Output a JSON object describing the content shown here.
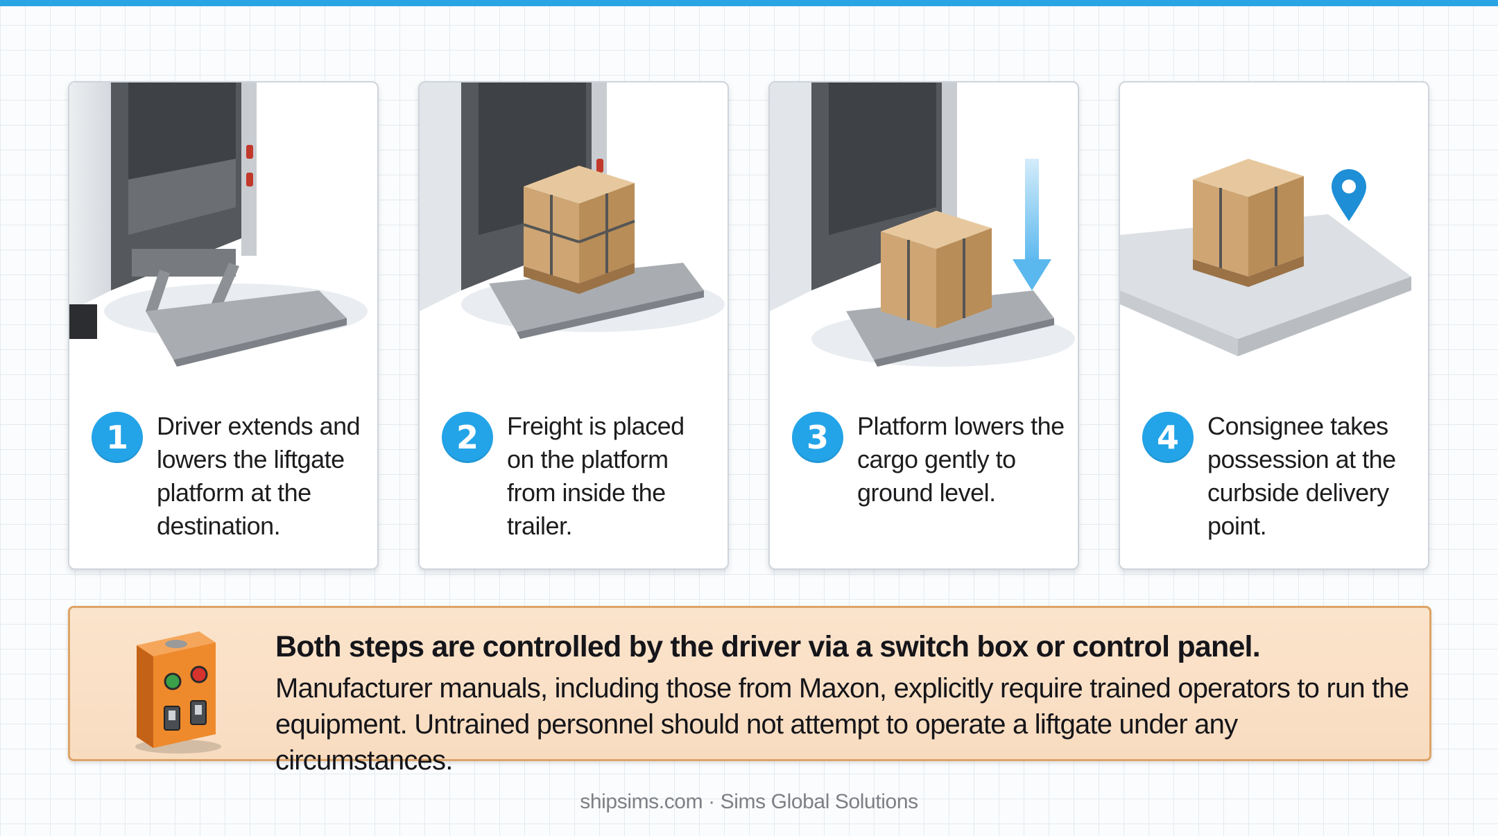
{
  "steps": [
    {
      "number": "1",
      "text": "Driver extends and lowers the liftgate platform at the destination."
    },
    {
      "number": "2",
      "text": "Freight is placed on the platform from inside the trailer."
    },
    {
      "number": "3",
      "text": "Platform lowers the cargo gently to ground level."
    },
    {
      "number": "4",
      "text": "Consignee takes possession at the curbside delivery point."
    }
  ],
  "info_panel": {
    "heading": "Both steps are controlled by the driver via a switch box or control panel.",
    "body": "Manufacturer manuals, including those from Maxon, explicitly require trained operators to run the equipment. Untrained personnel should not attempt to operate a liftgate under any circumstances."
  },
  "footer": "shipsims.com · Sims Global Solutions",
  "colors": {
    "accent_blue": "#24a4e8",
    "panel_background": "#f9dfc4",
    "panel_border": "#dda467",
    "switch_box_orange": "#ee8a2c"
  },
  "icons": [
    "truck-liftgate-illustration",
    "freight-pallet-icon",
    "down-arrow-icon",
    "location-pin-icon",
    "switch-box-icon"
  ]
}
